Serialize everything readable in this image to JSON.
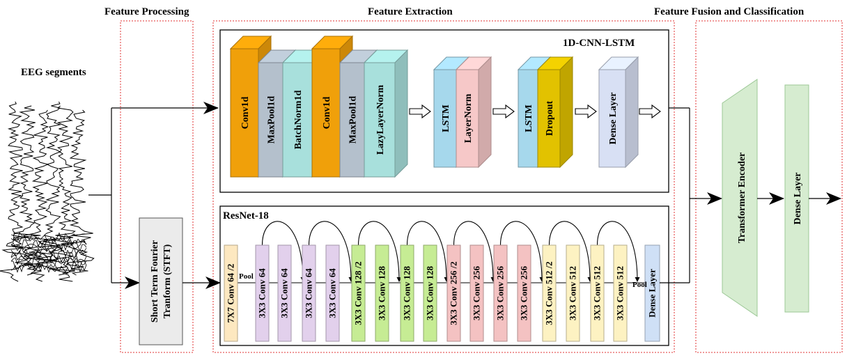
{
  "sections": {
    "processing": "Feature Processing",
    "extraction": "Feature Extraction",
    "fusion": "Feature Fusion and Classification"
  },
  "input_label": "EEG segments",
  "stft_label_line1": "Short Term Fourier",
  "stft_label_line2": "Tranform (STFT)",
  "cnn_lstm": {
    "title": "1D-CNN-LSTM",
    "blocks": [
      "Conv1d",
      "MaxPool1d",
      "BatchNorm1d",
      "Conv1d",
      "MaxPool1d",
      "LazyLayerNorm",
      "LSTM",
      "LayerNorm",
      "LSTM",
      "Dropout",
      "Dense Layer"
    ]
  },
  "resnet": {
    "title": "ResNet-18",
    "layers": [
      "7X7 Conv  64 /2",
      "3X3 Conv  64",
      "3X3 Conv  64",
      "3X3 Conv  64",
      "3X3 Conv  64",
      "3X3 Conv  128 /2",
      "3X3 Conv  128",
      "3X3 Conv  128",
      "3X3 Conv  128",
      "3X3 Conv  256 /2",
      "3X3 Conv  256",
      "3X3 Conv  256",
      "3X3 Conv  256",
      "3X3 Conv  512 /2",
      "3X3 Conv  512",
      "3X3 Conv  512",
      "3X3 Conv  512",
      "Dense Layer"
    ],
    "pool_in": "Pool",
    "pool_out": "Pool"
  },
  "fusion": {
    "transformer": "Transformer Encoder",
    "dense": "Dense Layer"
  },
  "colors": {
    "dashed_border": "#e03030",
    "conv_orange": "#f0a00a",
    "maxpool_grey": "#b4c0cc",
    "norm_teal": "#a8e0dc",
    "lstm_blue": "#a6d8ec",
    "layernorm_pink": "#f6c8c8",
    "dropout_yellow": "#e2c200",
    "dense_lavender": "#d8e0f4",
    "res_cream": "#fde8c0",
    "res_purple": "#e2d0ec",
    "res_green": "#c6ec94",
    "res_pink": "#f4c2c2",
    "res_yellow": "#fdf2c2",
    "res_dense": "#cfe0f6",
    "fusion_green": "#d6ecd0"
  }
}
